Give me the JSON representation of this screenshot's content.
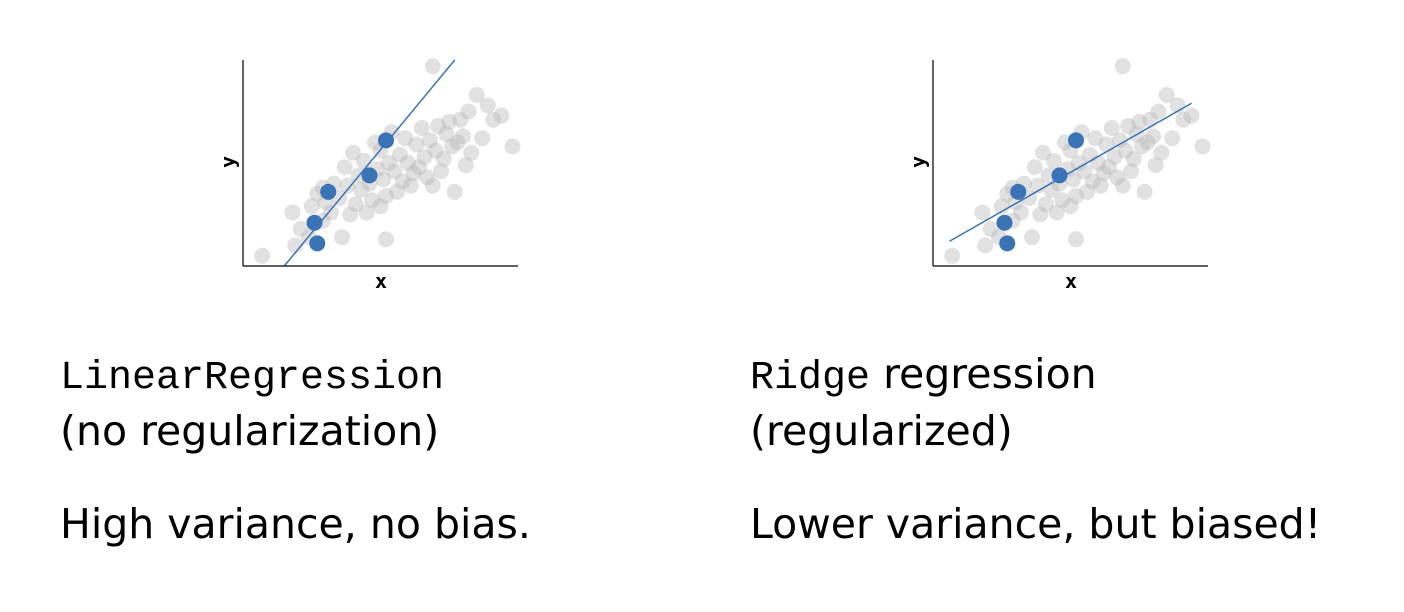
{
  "chart_data": [
    {
      "type": "scatter",
      "xlabel": "x",
      "ylabel": "y",
      "xlim": [
        0,
        10
      ],
      "ylim": [
        0,
        10
      ],
      "background_points": [
        [
          0.7,
          0.5
        ],
        [
          1.8,
          2.6
        ],
        [
          1.9,
          1.0
        ],
        [
          2.1,
          1.8
        ],
        [
          2.4,
          1.4
        ],
        [
          2.5,
          2.9
        ],
        [
          2.7,
          3.5
        ],
        [
          2.9,
          2.2
        ],
        [
          3.0,
          3.1
        ],
        [
          3.2,
          2.6
        ],
        [
          3.3,
          4.0
        ],
        [
          3.5,
          3.3
        ],
        [
          3.6,
          1.4
        ],
        [
          3.7,
          4.8
        ],
        [
          3.8,
          3.9
        ],
        [
          3.9,
          2.5
        ],
        [
          4.0,
          5.5
        ],
        [
          4.1,
          3.0
        ],
        [
          4.2,
          4.4
        ],
        [
          4.3,
          3.7
        ],
        [
          4.4,
          5.1
        ],
        [
          4.5,
          2.6
        ],
        [
          4.6,
          4.0
        ],
        [
          4.7,
          3.2
        ],
        [
          4.8,
          6.0
        ],
        [
          4.9,
          4.7
        ],
        [
          5.0,
          2.9
        ],
        [
          5.0,
          5.6
        ],
        [
          5.1,
          4.2
        ],
        [
          5.2,
          3.4
        ],
        [
          5.3,
          5.0
        ],
        [
          5.4,
          6.5
        ],
        [
          5.5,
          4.6
        ],
        [
          5.6,
          3.6
        ],
        [
          5.7,
          5.4
        ],
        [
          5.8,
          4.1
        ],
        [
          5.9,
          6.2
        ],
        [
          6.0,
          5.0
        ],
        [
          6.1,
          3.9
        ],
        [
          6.2,
          4.5
        ],
        [
          6.3,
          5.9
        ],
        [
          6.4,
          4.8
        ],
        [
          6.5,
          6.7
        ],
        [
          6.6,
          5.3
        ],
        [
          6.7,
          4.3
        ],
        [
          6.8,
          6.1
        ],
        [
          6.9,
          3.9
        ],
        [
          7.0,
          5.6
        ],
        [
          7.1,
          6.8
        ],
        [
          7.2,
          4.6
        ],
        [
          7.3,
          5.2
        ],
        [
          7.4,
          6.4
        ],
        [
          7.5,
          7.0
        ],
        [
          7.6,
          5.8
        ],
        [
          7.7,
          3.6
        ],
        [
          7.8,
          6.0
        ],
        [
          7.9,
          7.1
        ],
        [
          8.0,
          6.3
        ],
        [
          8.1,
          4.9
        ],
        [
          8.2,
          7.5
        ],
        [
          8.3,
          5.5
        ],
        [
          8.5,
          8.3
        ],
        [
          8.7,
          6.2
        ],
        [
          8.9,
          7.8
        ],
        [
          9.1,
          7.1
        ],
        [
          9.4,
          7.3
        ],
        [
          9.8,
          5.8
        ],
        [
          6.9,
          9.7
        ],
        [
          5.2,
          1.3
        ],
        [
          2.9,
          3.8
        ]
      ],
      "training_points": [
        [
          2.7,
          1.1
        ],
        [
          2.6,
          2.1
        ],
        [
          3.1,
          3.6
        ],
        [
          4.6,
          4.4
        ],
        [
          5.2,
          6.1
        ]
      ],
      "fit_line": {
        "x": [
          1.5,
          7.7
        ],
        "y": [
          0,
          10
        ]
      },
      "colors": {
        "background": "#b5b5b5",
        "training": "#3b74b6",
        "line": "#3b74b6"
      }
    },
    {
      "type": "scatter",
      "xlabel": "x",
      "ylabel": "y",
      "xlim": [
        0,
        10
      ],
      "ylim": [
        0,
        10
      ],
      "background_points": [
        [
          0.7,
          0.5
        ],
        [
          1.8,
          2.6
        ],
        [
          1.9,
          1.0
        ],
        [
          2.1,
          1.8
        ],
        [
          2.4,
          1.4
        ],
        [
          2.5,
          2.9
        ],
        [
          2.7,
          3.5
        ],
        [
          2.9,
          2.2
        ],
        [
          3.0,
          3.1
        ],
        [
          3.2,
          2.6
        ],
        [
          3.3,
          4.0
        ],
        [
          3.5,
          3.3
        ],
        [
          3.6,
          1.4
        ],
        [
          3.7,
          4.8
        ],
        [
          3.8,
          3.9
        ],
        [
          3.9,
          2.5
        ],
        [
          4.0,
          5.5
        ],
        [
          4.1,
          3.0
        ],
        [
          4.2,
          4.4
        ],
        [
          4.3,
          3.7
        ],
        [
          4.4,
          5.1
        ],
        [
          4.5,
          2.6
        ],
        [
          4.6,
          4.0
        ],
        [
          4.7,
          3.2
        ],
        [
          4.8,
          6.0
        ],
        [
          4.9,
          4.7
        ],
        [
          5.0,
          2.9
        ],
        [
          5.0,
          5.6
        ],
        [
          5.1,
          4.2
        ],
        [
          5.2,
          3.4
        ],
        [
          5.3,
          5.0
        ],
        [
          5.4,
          6.5
        ],
        [
          5.5,
          4.6
        ],
        [
          5.6,
          3.6
        ],
        [
          5.7,
          5.4
        ],
        [
          5.8,
          4.1
        ],
        [
          5.9,
          6.2
        ],
        [
          6.0,
          5.0
        ],
        [
          6.1,
          3.9
        ],
        [
          6.2,
          4.5
        ],
        [
          6.3,
          5.9
        ],
        [
          6.4,
          4.8
        ],
        [
          6.5,
          6.7
        ],
        [
          6.6,
          5.3
        ],
        [
          6.7,
          4.3
        ],
        [
          6.8,
          6.1
        ],
        [
          6.9,
          3.9
        ],
        [
          7.0,
          5.6
        ],
        [
          7.1,
          6.8
        ],
        [
          7.2,
          4.6
        ],
        [
          7.3,
          5.2
        ],
        [
          7.4,
          6.4
        ],
        [
          7.5,
          7.0
        ],
        [
          7.6,
          5.8
        ],
        [
          7.7,
          3.6
        ],
        [
          7.8,
          6.0
        ],
        [
          7.9,
          7.1
        ],
        [
          8.0,
          6.3
        ],
        [
          8.1,
          4.9
        ],
        [
          8.2,
          7.5
        ],
        [
          8.3,
          5.5
        ],
        [
          8.5,
          8.3
        ],
        [
          8.7,
          6.2
        ],
        [
          8.9,
          7.8
        ],
        [
          9.1,
          7.1
        ],
        [
          9.4,
          7.3
        ],
        [
          9.8,
          5.8
        ],
        [
          6.9,
          9.7
        ],
        [
          5.2,
          1.3
        ],
        [
          2.9,
          3.8
        ]
      ],
      "training_points": [
        [
          2.7,
          1.1
        ],
        [
          2.6,
          2.1
        ],
        [
          3.1,
          3.6
        ],
        [
          4.6,
          4.4
        ],
        [
          5.2,
          6.1
        ]
      ],
      "fit_line": {
        "x": [
          0.6,
          9.4
        ],
        "y": [
          1.2,
          7.9
        ]
      },
      "colors": {
        "background": "#b5b5b5",
        "training": "#3b74b6",
        "line": "#3b74b6"
      }
    }
  ],
  "left": {
    "caption_mono": "LinearRegression",
    "caption_sub": "(no regularization)",
    "verdict": "High variance, no bias."
  },
  "right": {
    "caption_mono": "Ridge",
    "caption_rest": " regression",
    "caption_sub": "(regularized)",
    "verdict": "Lower variance, but biased!"
  }
}
